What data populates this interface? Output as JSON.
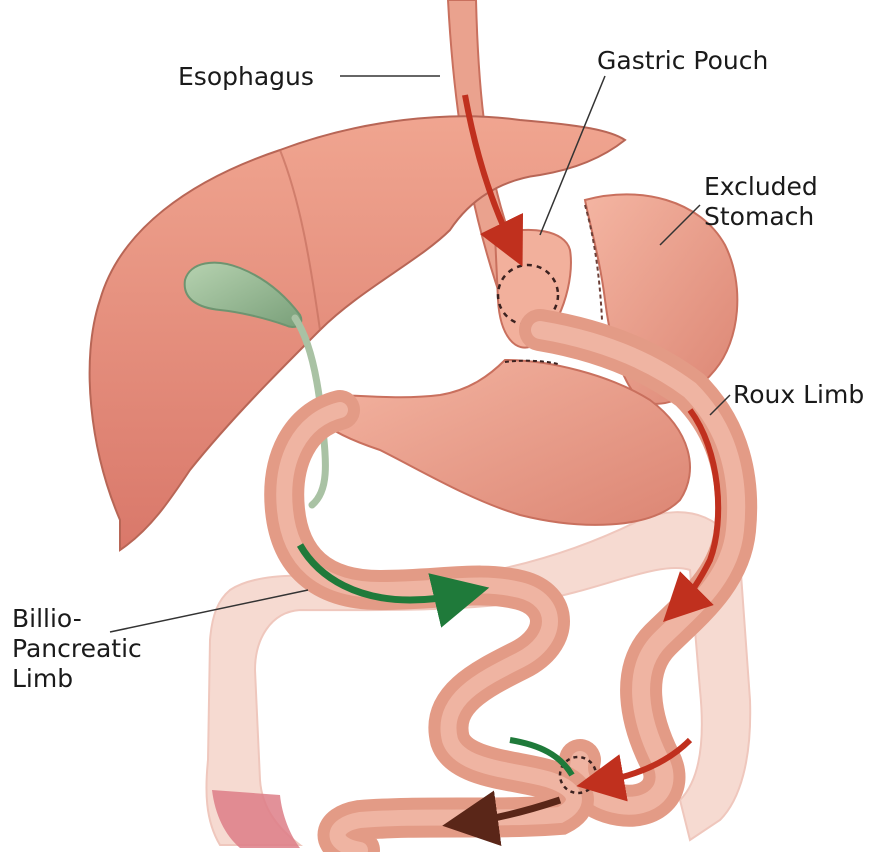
{
  "labels": {
    "esophagus": "Esophagus",
    "gastric_pouch": "Gastric Pouch",
    "excluded_stomach": [
      "Excluded",
      "Stomach"
    ],
    "roux_limb": "Roux Limb",
    "billio_pancreatic_limb": [
      "Billio-",
      "Pancreatic",
      "Limb"
    ]
  },
  "colors": {
    "organ": "#e8957f",
    "organ_dark": "#c9705e",
    "organ_light": "#f4b8a6",
    "colon": "#f6d9d2",
    "gallbladder": "#8fb48f",
    "arrow_red": "#c0301e",
    "arrow_green": "#1f7a3a",
    "arrow_brown": "#5a2618"
  }
}
